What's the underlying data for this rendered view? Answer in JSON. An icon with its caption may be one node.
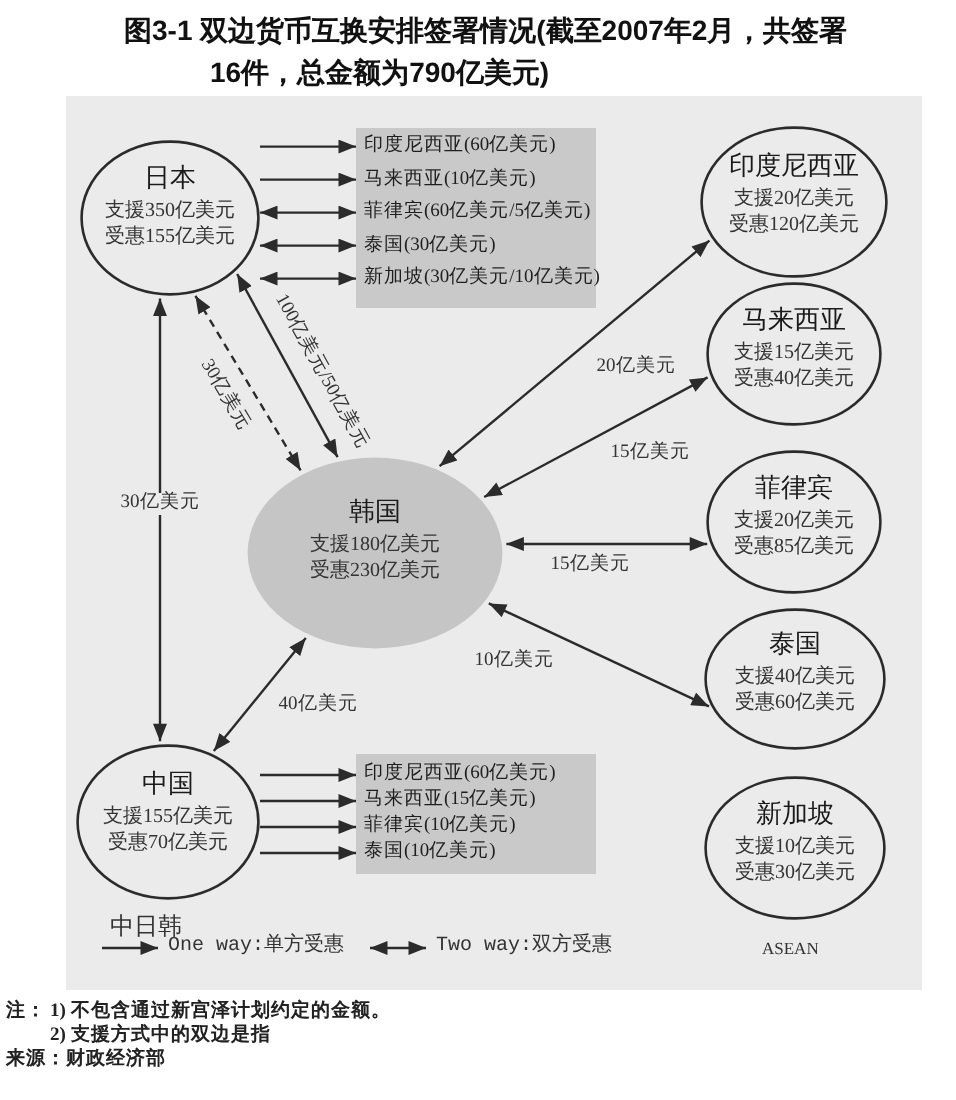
{
  "diagram": {
    "title": "图3-1 双边货币互换安排签署情况(截至2007年2月，共签署16件，总金额为790亿美元)",
    "nodes": [
      {
        "text": [
          "日本",
          "支援350亿美元",
          "受惠155亿美元"
        ]
      },
      {
        "text": [],
        "shape": "box"
      },
      {
        "text": [
          "印度尼西亚(60亿美元)"
        ],
        "in": 1
      },
      {
        "text": [
          "马来西亚(10亿美元)"
        ],
        "in": 1
      },
      {
        "text": [
          "菲律宾(60亿美元/5亿美元)"
        ],
        "in": 1
      },
      {
        "text": [
          "泰国(30亿美元)"
        ],
        "in": 1
      },
      {
        "text": [
          "新加坡(30亿美元/10亿美元)"
        ],
        "in": 1
      },
      {
        "text": [
          "印度尼西亚",
          "支援20亿美元",
          "受惠120亿美元"
        ]
      },
      {
        "text": [
          "马来西亚",
          "支援15亿美元",
          "受惠40亿美元"
        ]
      },
      {
        "text": [
          "韩国",
          "支援180亿美元",
          "受惠230亿美元"
        ]
      },
      {
        "text": [
          "菲律宾",
          "支援20亿美元",
          "受惠85亿美元"
        ]
      },
      {
        "text": [
          "泰国",
          "支援40亿美元",
          "受惠60亿美元"
        ]
      },
      {
        "text": [
          "中国",
          "支援155亿美元",
          "受惠70亿美元"
        ]
      },
      {
        "text": [],
        "shape": "box"
      },
      {
        "text": [
          "印度尼西亚(60亿美元)"
        ],
        "in": 13
      },
      {
        "text": [
          "马来西亚(15亿美元)"
        ],
        "in": 13
      },
      {
        "text": [
          "菲律宾(10亿美元)"
        ],
        "in": 13
      },
      {
        "text": [
          "泰国(10亿美元)"
        ],
        "in": 13
      },
      {
        "text": [
          "新加坡",
          "支援10亿美元",
          "受惠30亿美元"
        ]
      }
    ],
    "edges": [
      {
        "from": 0,
        "to": 2,
        "arrow": "to"
      },
      {
        "from": 0,
        "to": 3,
        "arrow": "to"
      },
      {
        "from": 0,
        "to": 4,
        "arrow": "both"
      },
      {
        "from": 0,
        "to": 5,
        "arrow": "both"
      },
      {
        "from": 0,
        "to": 6,
        "arrow": "both"
      },
      {
        "from": 0,
        "to": 9,
        "arrow": "both",
        "label": "100亿美元/50亿美元"
      },
      {
        "from": 0,
        "to": 9,
        "arrow": "both",
        "label": "30亿美元",
        "style": "dashed"
      },
      {
        "from": 0,
        "to": 12,
        "arrow": "both",
        "label": "30亿美元"
      },
      {
        "from": 7,
        "to": 9,
        "arrow": "both",
        "label": "20亿美元"
      },
      {
        "from": 8,
        "to": 9,
        "arrow": "both",
        "label": "15亿美元"
      },
      {
        "from": 10,
        "to": 9,
        "arrow": "both",
        "label": "15亿美元"
      },
      {
        "from": 11,
        "to": 9,
        "arrow": "both",
        "label": "10亿美元"
      },
      {
        "from": 9,
        "to": 12,
        "arrow": "both",
        "label": "40亿美元"
      },
      {
        "from": 12,
        "to": 14,
        "arrow": "to"
      },
      {
        "from": 12,
        "to": 15,
        "arrow": "to"
      },
      {
        "from": 12,
        "to": 16,
        "arrow": "to"
      },
      {
        "from": 12,
        "to": 17,
        "arrow": "to"
      }
    ],
    "labels": [
      "中日韩",
      "ASEAN",
      "注：",
      "1) 不包含通过新宫泽计划约定的金额。",
      "2) 支援方式中的双边是指",
      "来源：财政经济部"
    ],
    "legend": [
      {
        "text": "One way:单方受惠"
      },
      {
        "text": "Two way:双方受惠"
      }
    ]
  }
}
